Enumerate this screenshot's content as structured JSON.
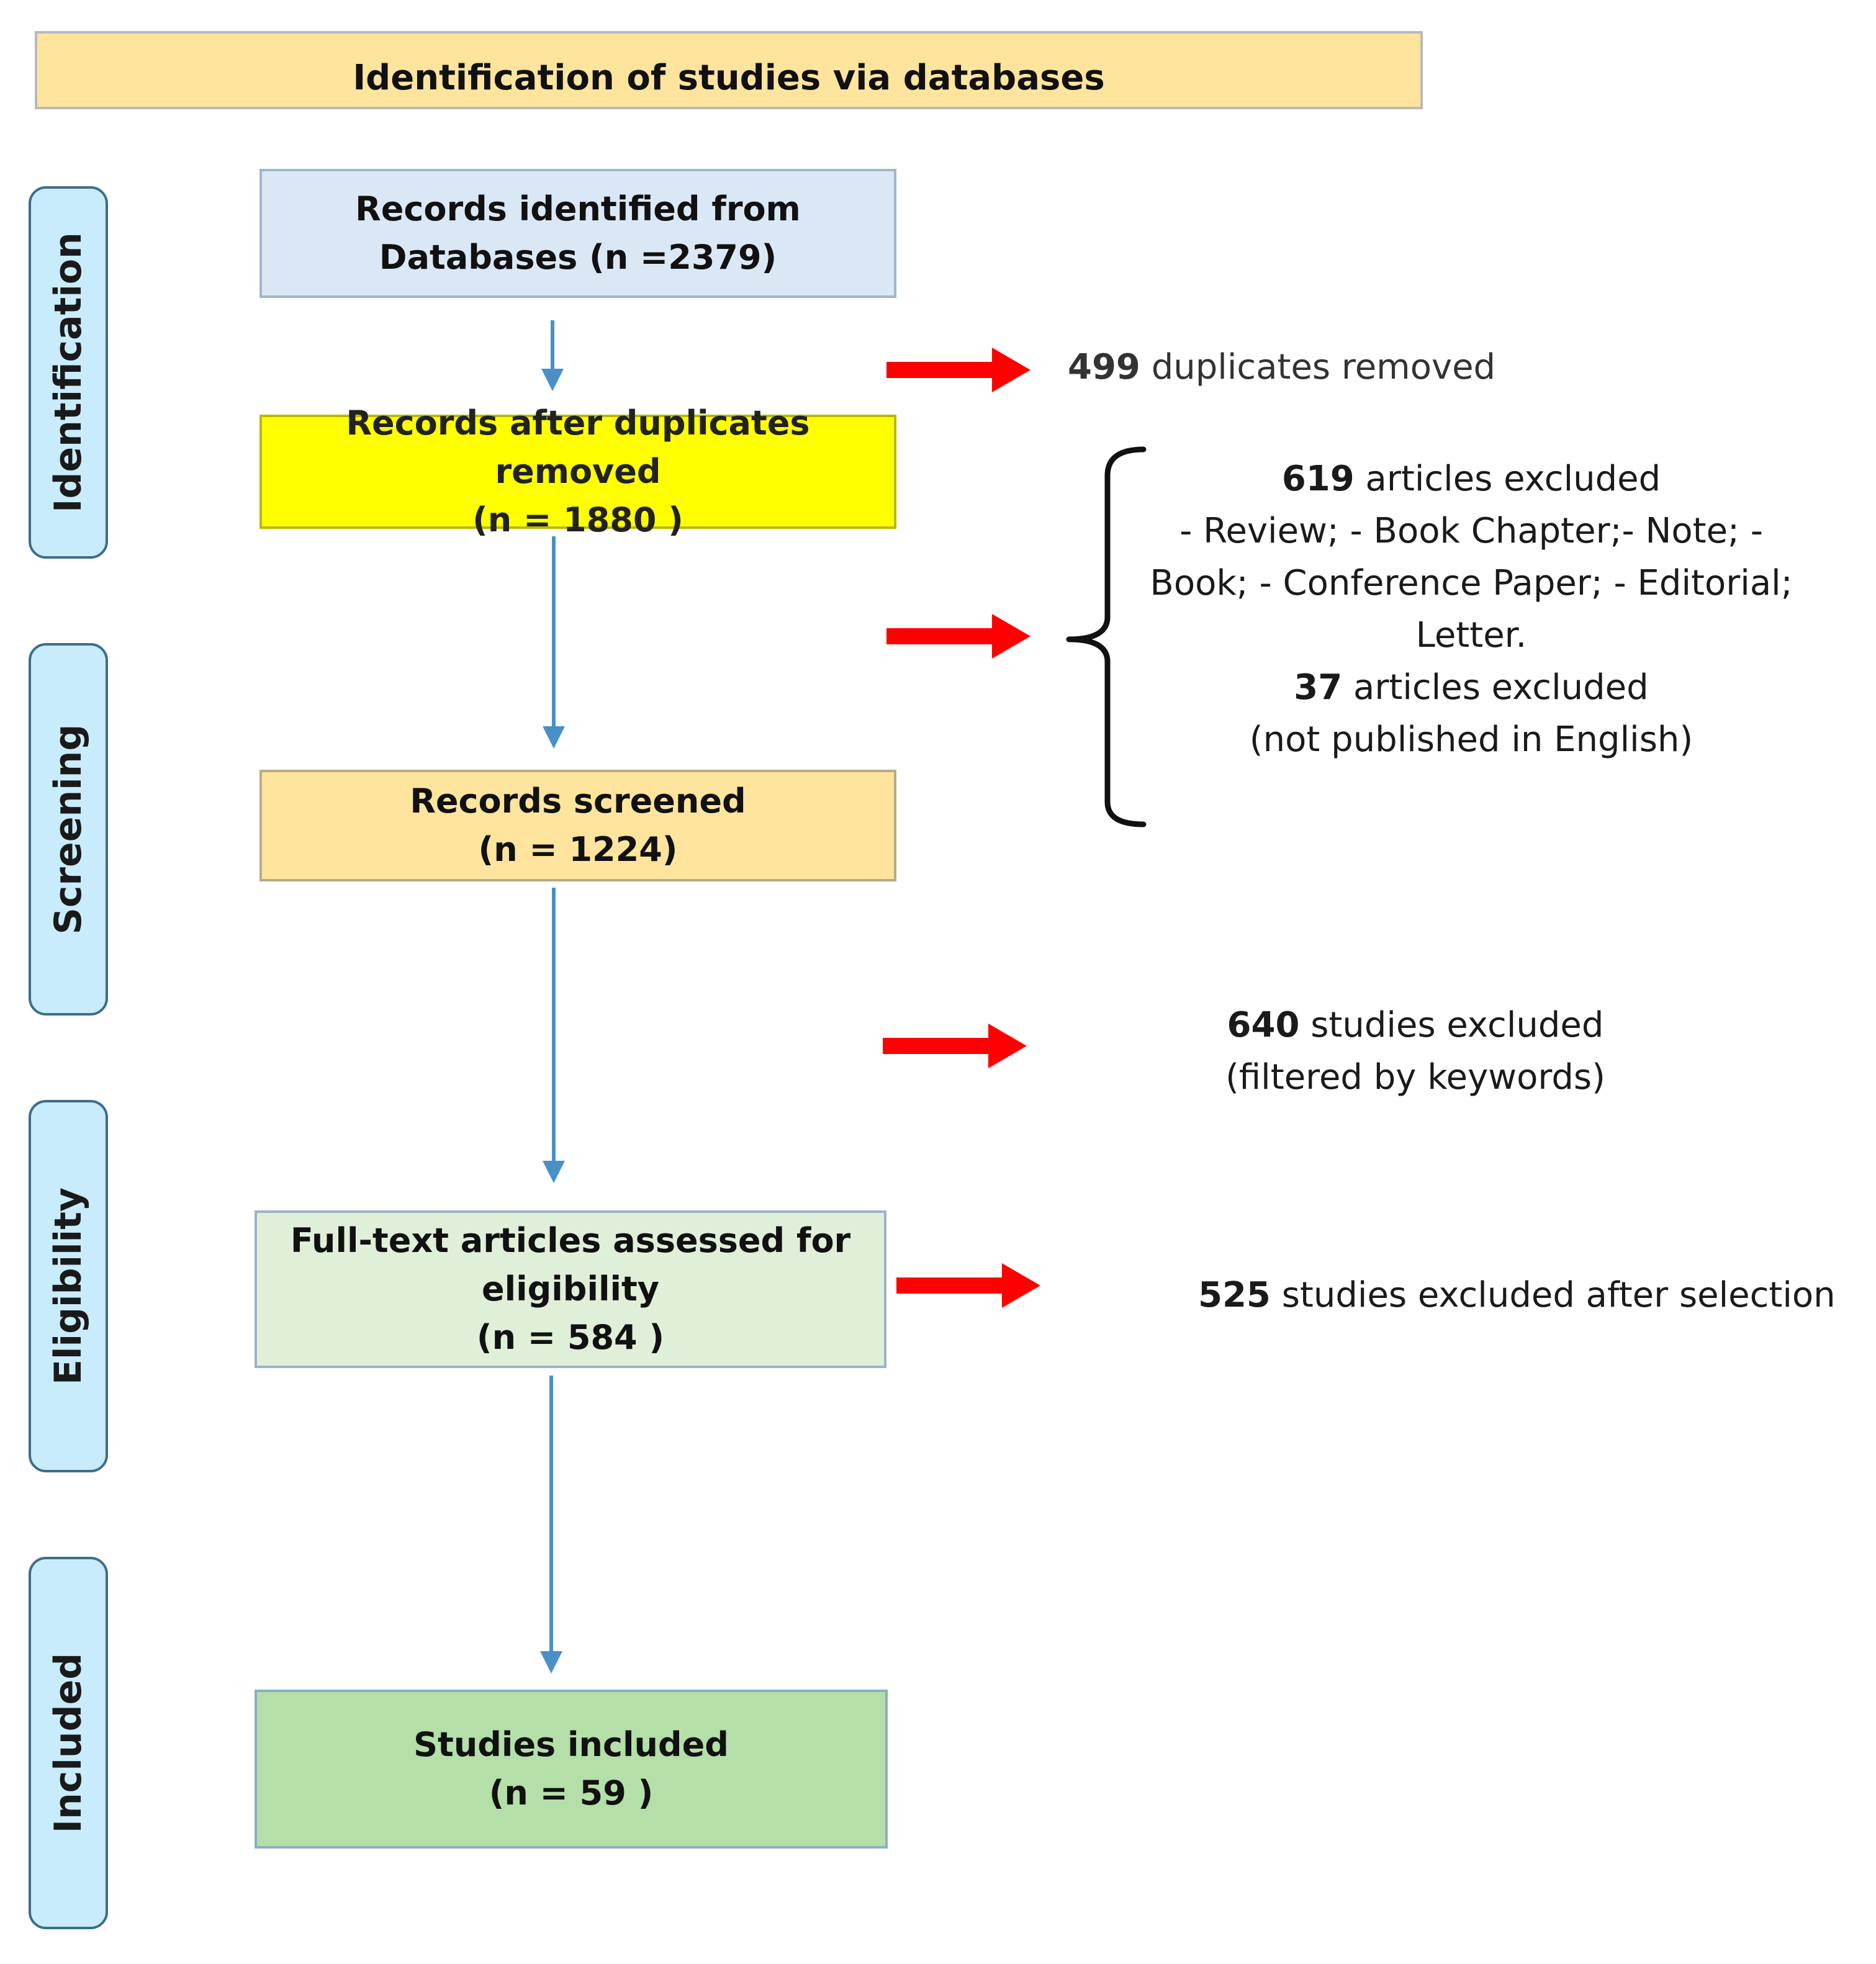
{
  "header": {
    "title": "Identification of studies via databases"
  },
  "stages": {
    "identification": "Identification",
    "screening": "Screening",
    "eligibility": "Eligibility",
    "included": "Included"
  },
  "boxes": {
    "identified": {
      "line1": "Records identified from",
      "line2": "Databases (n =2379)"
    },
    "after_duplicates": {
      "line1": "Records after duplicates removed",
      "line2": "(n = 1880 )"
    },
    "screened": {
      "line1": "Records screened",
      "line2": "(n = 1224)"
    },
    "full_text": {
      "line1": "Full-text articles assessed for",
      "line2": "eligibility",
      "line3": "(n = 584  )"
    },
    "included": {
      "line1": "Studies included",
      "line2": "(n = 59  )"
    }
  },
  "exclusions": {
    "duplicates": {
      "count": "499",
      "text": " duplicates removed"
    },
    "type": {
      "count": "619",
      "text": " articles excluded",
      "detail1": "- Review; - Book Chapter;- Note; -",
      "detail2": "Book; - Conference Paper; - Editorial;",
      "detail3": "Letter."
    },
    "language": {
      "count": "37",
      "text": " articles excluded",
      "detail": "(not published in English)"
    },
    "keywords": {
      "count": "640",
      "text": " studies excluded",
      "detail": "(filtered by keywords)"
    },
    "selection": {
      "count": "525",
      "text": " studies excluded after selection"
    }
  },
  "colors": {
    "flow_arrow": "#4a90c8",
    "exclusion_arrow": "#ff0000",
    "header_fill": "#ffe49e",
    "stage_fill": "#c8ecfb"
  }
}
